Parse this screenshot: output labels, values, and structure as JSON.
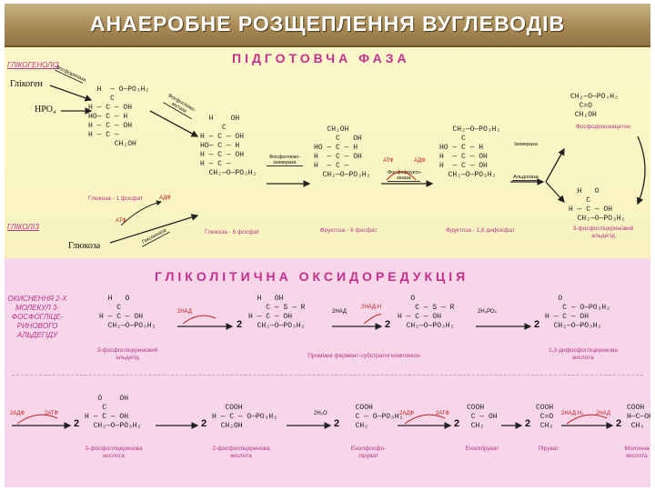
{
  "title": "АНАЕРОБНЕ РОЗЩЕПЛЕННЯ ВУГЛЕВОДІВ",
  "prep": {
    "heading": "ПІДГОТОВЧА ФАЗА",
    "glycogenolysis": "ГЛІКОГЕНОЛІЗ",
    "glycolysis": "ГЛІКОЛІЗ",
    "glycogen": "Глікоген",
    "phosphate": "HPO₄",
    "glucose": "Глюкоза",
    "glucose_1p": "Глюкоза - 1 фосфат",
    "glucose_6p": "Глюкоза - 6 фосфат",
    "fructose_6p": "Фруктоза - 6 фосфат",
    "fructose_16dp": "Фруктоза - 1,6 дифосфат",
    "dhap": "Фосфодіоксиацетон",
    "g3p": "3-фосфогліцериновий альдегід",
    "atp": "АТФ",
    "adp": "АДФ",
    "enzymes": [
      "Фосфорилаза",
      "Фосфоглюко-мутаза",
      "Фосфоглюко-ізомераза",
      "Фосфофрукто-кіназа",
      "Альдолаза",
      "Ізомераза",
      "Гексокіназа"
    ]
  },
  "glyc": {
    "heading": "ГЛІКОЛІТИЧНА ОКСИДОРЕДУКЦІЯ",
    "side_note": "ОКИСНЕННЯ 2-Х МОЛЕКУЛ 3-ФОСФОГЛІЦЕ-РИНОВОГО АЛЬДЕГІДУ",
    "g3p": "3-фосфогліцериновий альдегід",
    "complex": "Проміжні фермент-субстратні комплекси",
    "bpg": "1,3-дифосфогліцеринова кислота",
    "pg3": "3-фосфогліцеринова кислота",
    "pg2": "2-фосфогліцеринова кислота",
    "pep": "Енолфосфо-піруват",
    "enolpyruvate": "Енолпіруват",
    "pyruvate": "Піруват",
    "lactate": "Молочна кислота",
    "cof_nad": "2НАД",
    "cof_nadh": "2НАД·Н",
    "cof_p": "2Н₃РО₄",
    "cof_2adp": "2АДФ",
    "cof_2atp": "2АТФ",
    "cof_h2o": "2Н₂О",
    "cof_nadh2": "2НАД·Н₂",
    "coef": "2"
  },
  "colors": {
    "title_bg": "#a88b56",
    "prep_bg": "#fbf7c8",
    "glyc_bg": "#f6d6e8",
    "heading": "#c5308c"
  }
}
